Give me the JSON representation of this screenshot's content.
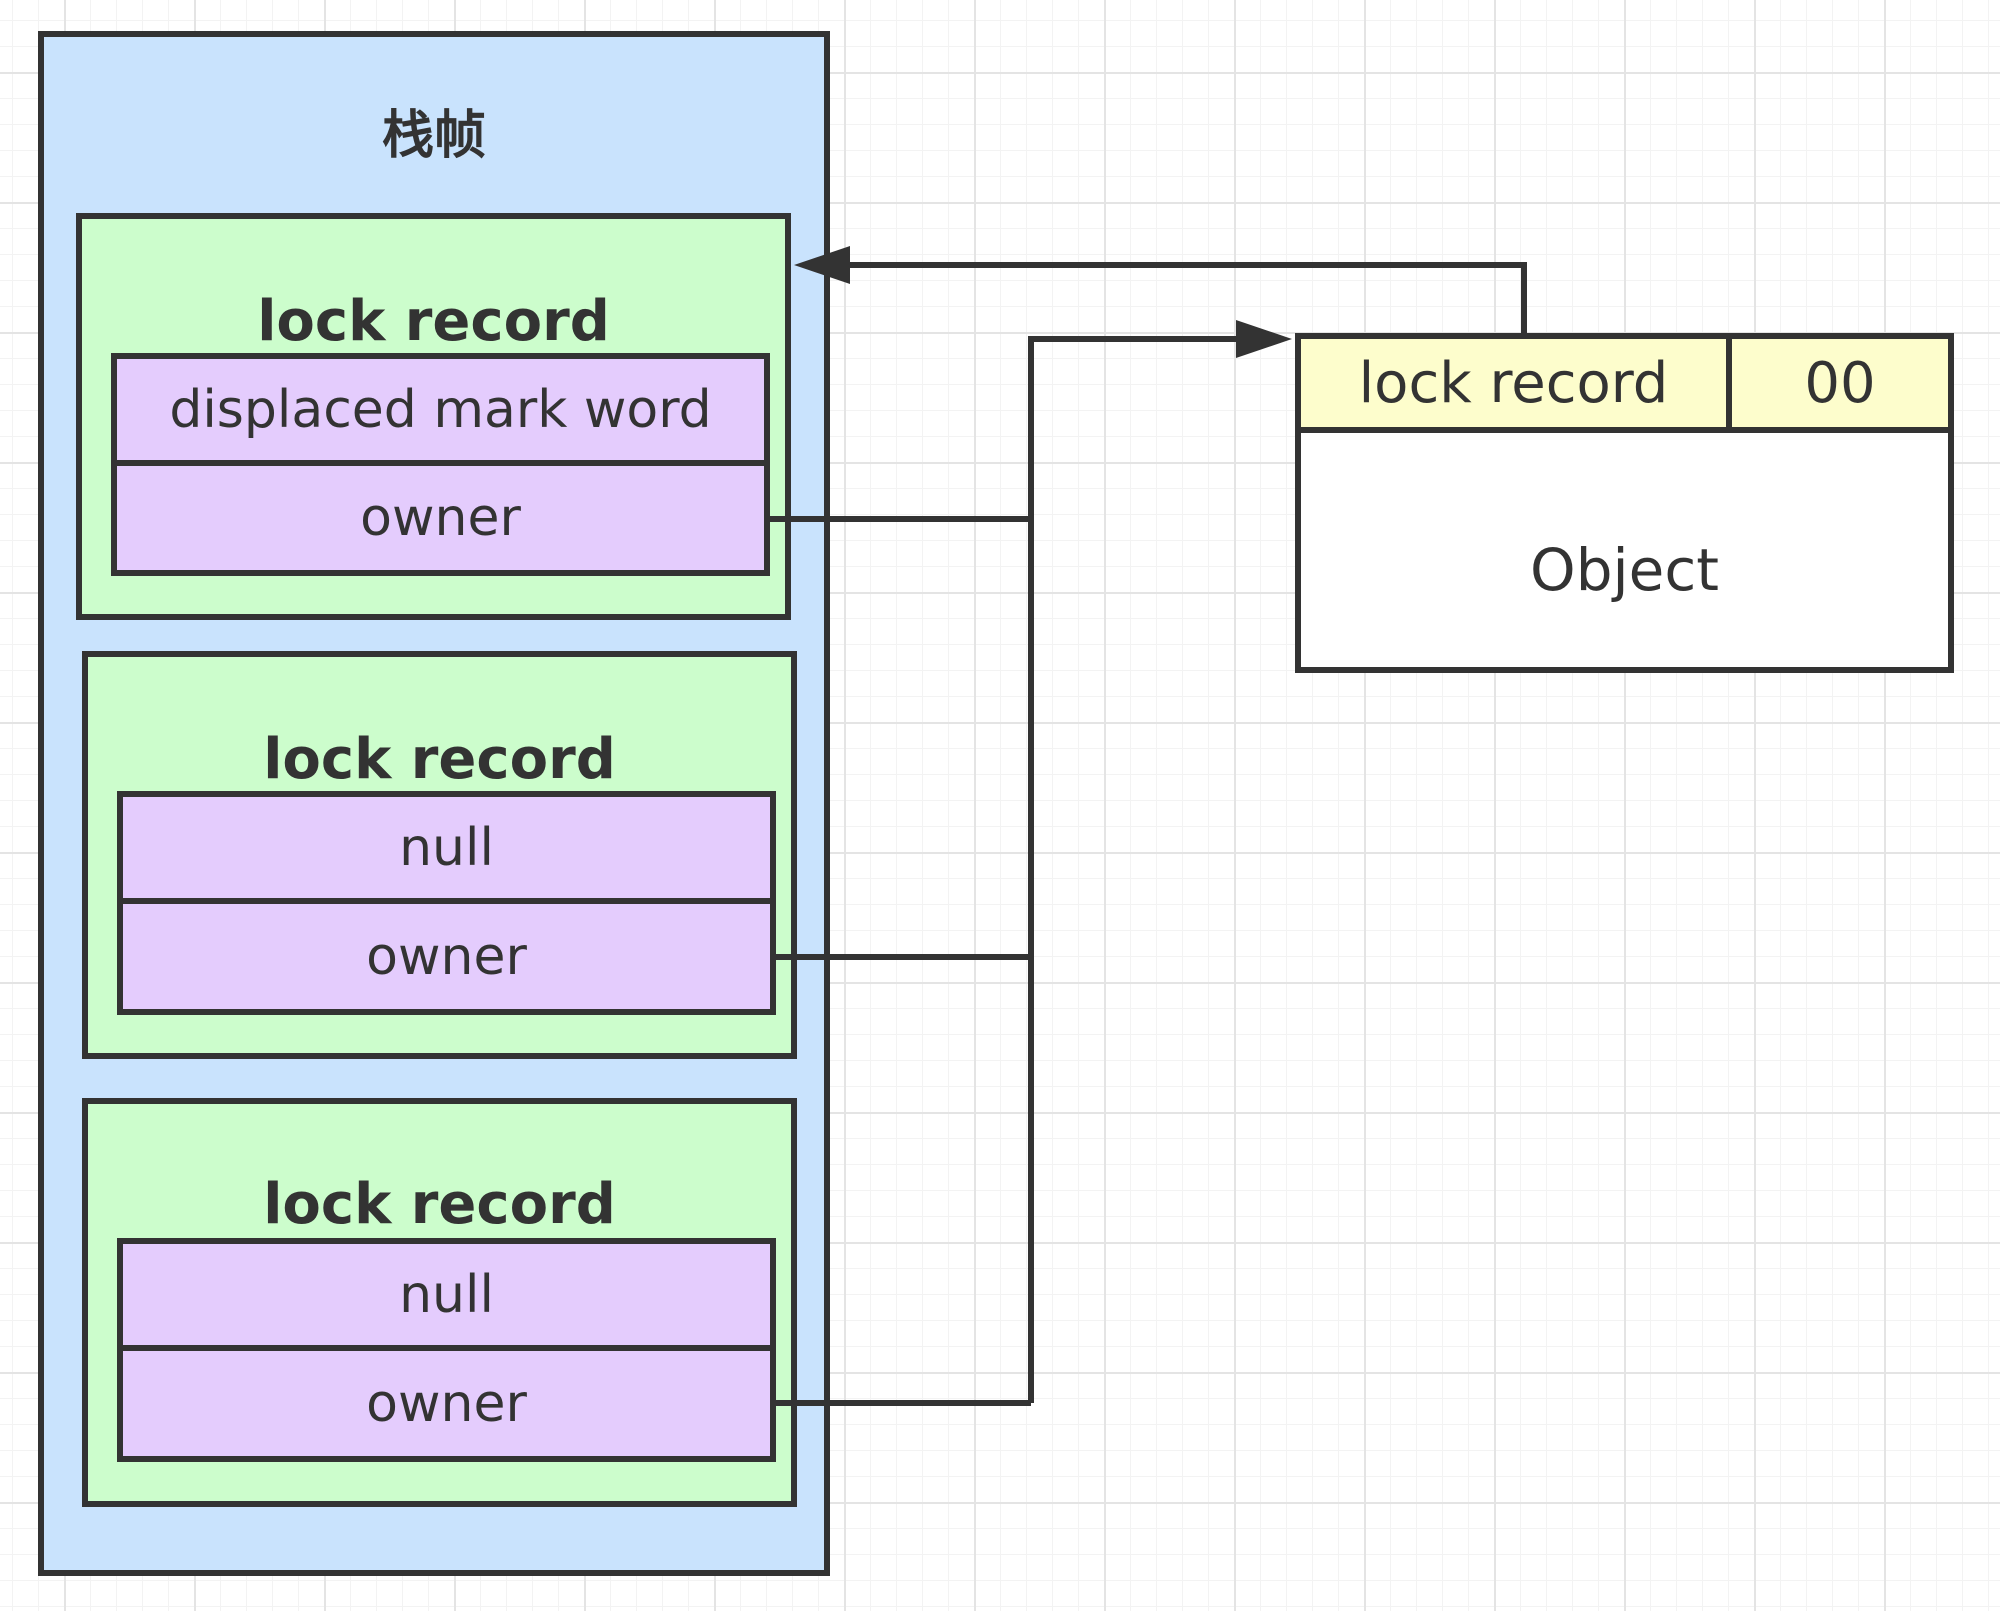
{
  "stack_frame": {
    "title": "栈帧",
    "lock_records": [
      {
        "title": "lock record",
        "top_cell": "displaced mark word",
        "bottom_cell": "owner"
      },
      {
        "title": "lock record",
        "top_cell": "null",
        "bottom_cell": "owner"
      },
      {
        "title": "lock record",
        "top_cell": "null",
        "bottom_cell": "owner"
      }
    ]
  },
  "object": {
    "header_left": "lock record",
    "header_right": "00",
    "label": "Object"
  },
  "colors": {
    "stack_frame_fill": "#c9e3fd",
    "lock_record_fill": "#ccfdcc",
    "cell_fill": "#e4ccfd",
    "object_header_fill": "#fdfdcc",
    "stroke": "#333333"
  }
}
